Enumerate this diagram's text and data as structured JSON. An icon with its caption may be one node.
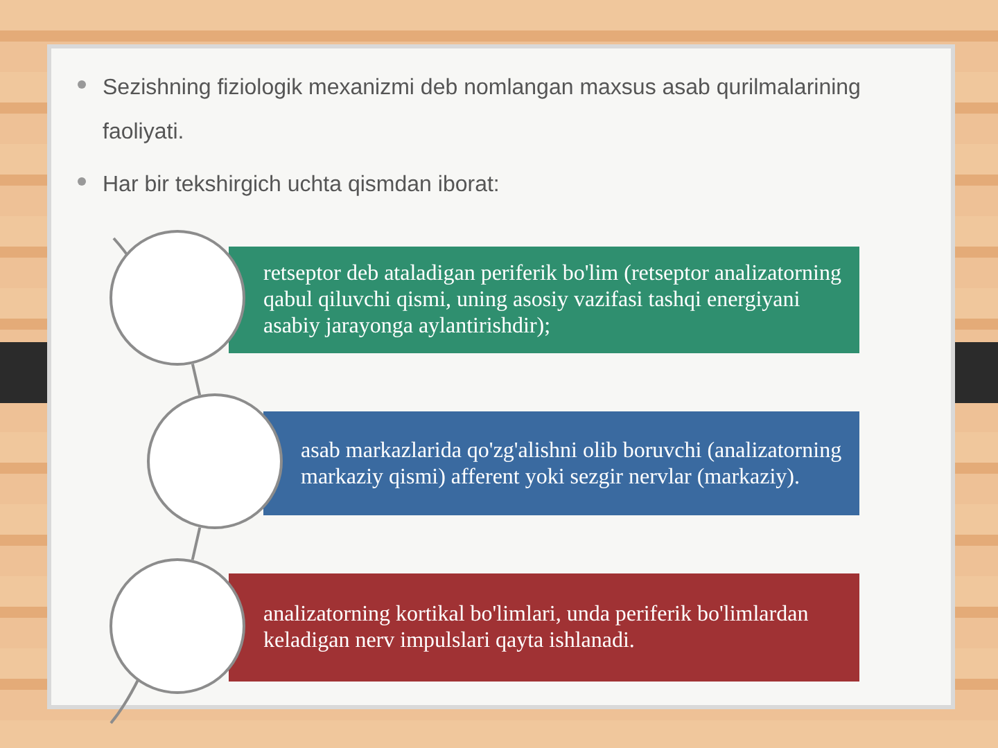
{
  "diagram": {
    "nodes": [
      {
        "text": [],
        "shape": "circle"
      },
      {
        "text": [
          "retseptor deb ataladigan periferik bo'lim (retseptor analizatorning qabul qiluvchi qismi, uning asosiy vazifasi tashqi energiyani asabiy jarayonga aylantirishdir);"
        ]
      },
      {
        "text": [],
        "shape": "circle"
      },
      {
        "text": [
          "asab markazlarida qo'zg'alishni olib boruvchi (analizatorning markaziy qismi) afferent yoki sezgir nervlar (markaziy)."
        ]
      },
      {
        "text": [],
        "shape": "circle"
      },
      {
        "text": [
          "analizatorning kortikal bo'limlari, unda periferik bo'limlardan keladigan nerv impulslari qayta ishlanadi."
        ]
      }
    ],
    "edges": [
      {
        "from": 0,
        "to": 2,
        "arrow": "none"
      },
      {
        "from": 2,
        "to": 4,
        "arrow": "none"
      }
    ],
    "labels": [
      "Sezishning fiziologik mexanizmi deb nomlangan maxsus asab qurilmalarining faoliyati.",
      "Har bir tekshirgich uchta qismdan iborat:"
    ]
  }
}
